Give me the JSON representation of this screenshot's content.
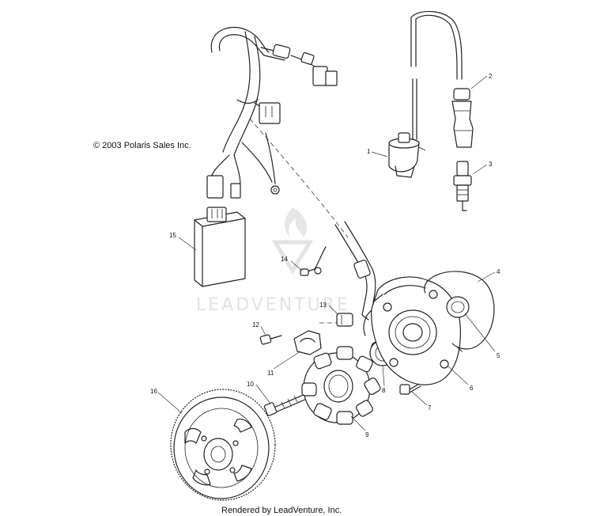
{
  "copyright": "© 2003 Polaris Sales Inc.",
  "footer": "Rendered by LeadVenture, Inc.",
  "watermark": {
    "text": "LEADVENTURE",
    "color": "#e3e3e3"
  },
  "callouts": {
    "c1": "1",
    "c2": "2",
    "c3": "3",
    "c4": "4",
    "c5": "5",
    "c6": "6",
    "c7": "7",
    "c8": "8",
    "c9": "9",
    "c10": "10",
    "c11": "11",
    "c12": "12",
    "c13": "13",
    "c14": "14",
    "c15": "15",
    "c16": "16"
  }
}
